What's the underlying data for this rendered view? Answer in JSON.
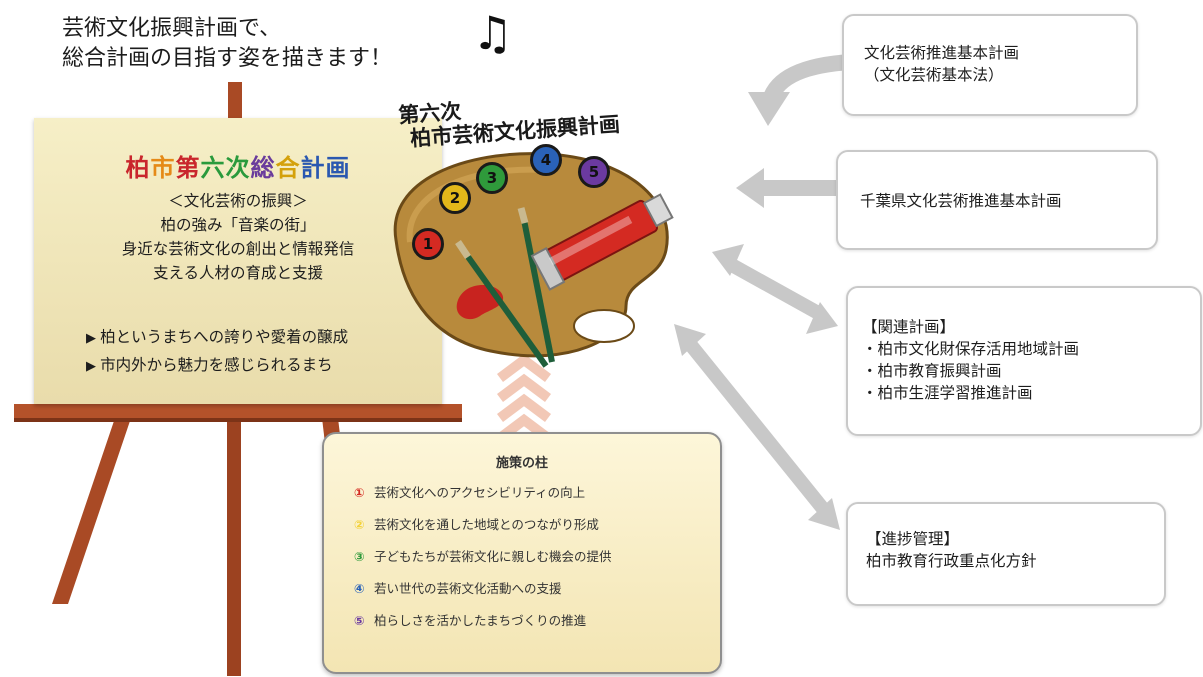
{
  "headline": [
    "芸術文化振興計画で、",
    "総合計画の目指す姿を描きます！"
  ],
  "music_note": "♫",
  "easel": {
    "title_chars": [
      {
        "t": "柏",
        "color": "#c9262c"
      },
      {
        "t": "市",
        "color": "#e58a17"
      },
      {
        "t": "第",
        "color": "#c9262c"
      },
      {
        "t": "六",
        "color": "#2a9a3c"
      },
      {
        "t": "次",
        "color": "#2a9a3c"
      },
      {
        "t": "総",
        "color": "#6a3c9c"
      },
      {
        "t": "合",
        "color": "#d4a10b"
      },
      {
        "t": "計",
        "color": "#2a58b0"
      },
      {
        "t": "画",
        "color": "#2a58b0"
      }
    ],
    "lines": [
      "＜文化芸術の振興＞",
      "柏の強み「音楽の街」",
      "身近な芸術文化の創出と情報発信",
      "支える人材の育成と支援"
    ],
    "bullets": [
      "柏というまちへの誇りや愛着の醸成",
      "市内外から魅力を感じられるまち"
    ]
  },
  "palette": {
    "title_lines": [
      "第六次",
      "柏市芸術文化振興計画"
    ],
    "dots": [
      {
        "label": "1",
        "color": "#d42a22"
      },
      {
        "label": "2",
        "color": "#e3b81a"
      },
      {
        "label": "3",
        "color": "#2f9a3b"
      },
      {
        "label": "4",
        "color": "#2a62b8"
      },
      {
        "label": "5",
        "color": "#6b3aa0"
      }
    ]
  },
  "related": {
    "box1": [
      "文化芸術推進基本計画",
      "（文化芸術基本法）"
    ],
    "box2": [
      "千葉県文化芸術推進基本計画"
    ],
    "box3": [
      "【関連計画】",
      "・柏市文化財保存活用地域計画",
      "・柏市教育振興計画",
      "・柏市生涯学習推進計画"
    ],
    "box4": [
      "【進捗管理】",
      "柏市教育行政重点化方針"
    ]
  },
  "pillars": {
    "title": "施策の柱",
    "items": [
      {
        "num": "①",
        "color": "#d42a22",
        "text": "芸術文化へのアクセシビリティの向上"
      },
      {
        "num": "②",
        "color": "#f3d23a",
        "text": "芸術文化を通した地域とのつながり形成"
      },
      {
        "num": "③",
        "color": "#2f9a3b",
        "text": "子どもたちが芸術文化に親しむ機会の提供"
      },
      {
        "num": "④",
        "color": "#2a62b8",
        "text": "若い世代の芸術文化活動への支援"
      },
      {
        "num": "⑤",
        "color": "#6b3aa0",
        "text": "柏らしさを活かしたまちづくりの推進"
      }
    ]
  },
  "colors": {
    "arrow_gray": "#c8c8c8",
    "easel_wood": "#a94a25",
    "palette_wood": "#b88a3c"
  }
}
